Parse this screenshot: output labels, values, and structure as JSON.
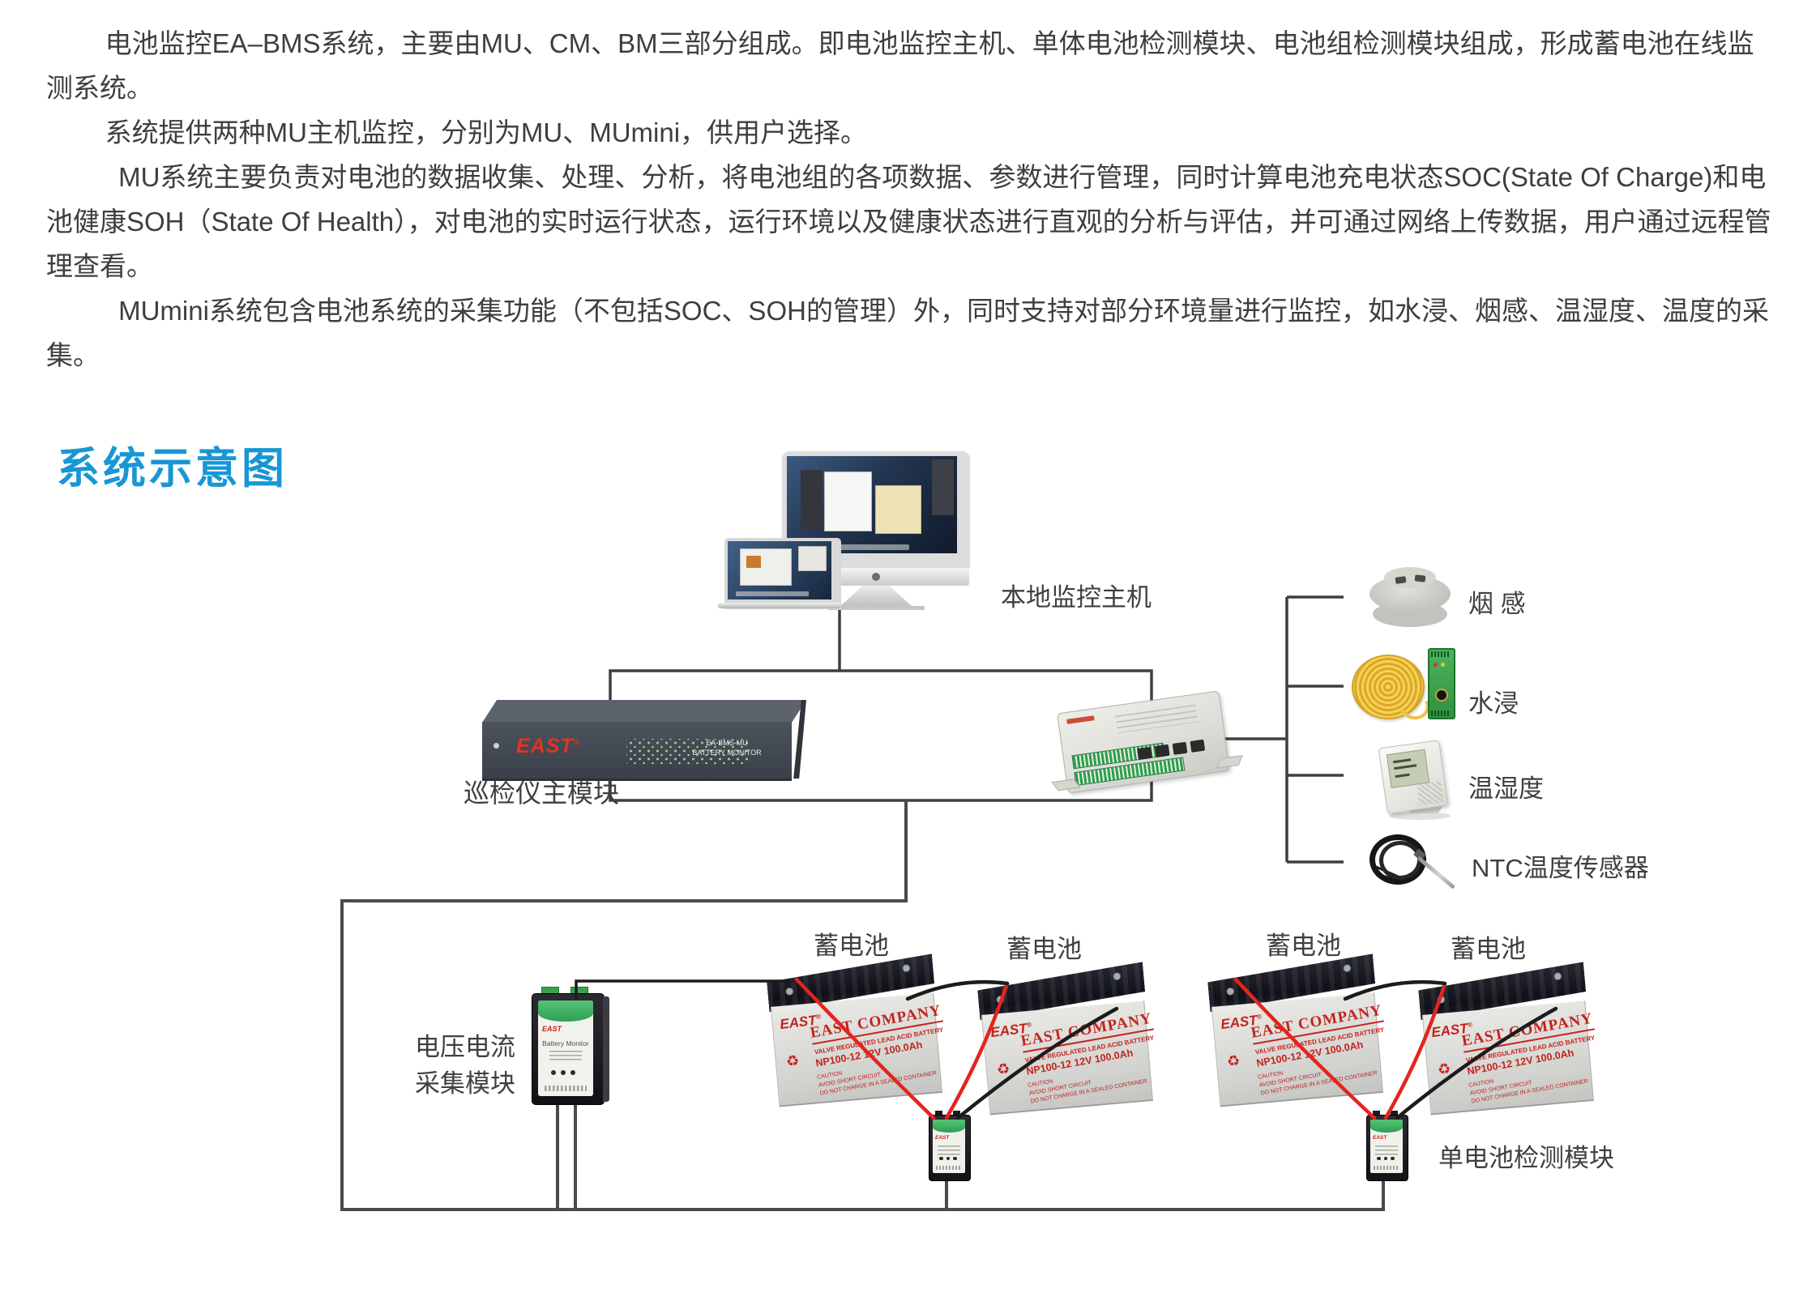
{
  "intro": {
    "p1": "电池监控EA–BMS系统，主要由MU、CM、BM三部分组成。即电池监控主机、单体电池检测模块、电池组检测模块组成，形成蓄电池在线监测系统。",
    "p2": "系统提供两种MU主机监控，分别为MU、MUmini，供用户选择。",
    "p3": "MU系统主要负责对电池的数据收集、处理、分析，将电池组的各项数据、参数进行管理，同时计算电池充电状态SOC(State Of Charge)和电池健康SOH（State Of Health），对电池的实时运行状态，运行环境以及健康状态进行直观的分析与评估，并可通过网络上传数据，用户通过远程管理查看。",
    "p4": "MUmini系统包含电池系统的采集功能（不包括SOC、SOH的管理）外，同时支持对部分环境量进行监控，如水浸、烟感、温湿度、温度的采集。"
  },
  "diagram": {
    "heading": "系统示意图",
    "heading_color": "#1797d4",
    "wire_color": "#3f3f3f",
    "cable_red": "#e2251e",
    "cable_black": "#1c1c1c",
    "labels": {
      "host": "本地监控主机",
      "mu_rack": "巡检仪主模块",
      "voltage1": "电压电流",
      "voltage2": "采集模块",
      "battery": "蓄电池",
      "single_module": "单电池检测模块",
      "smoke": "烟 感",
      "water": "水浸",
      "humidity": "温湿度",
      "ntc": "NTC温度传感器"
    },
    "devices": {
      "brand": "EAST",
      "reg": "®",
      "rack_model1": "EA-BMS-MU",
      "rack_model2": "BATTERY MONITOR",
      "battery_company": "EAST COMPANY",
      "battery_type": "VALVE REGULATED LEAD ACID BATTERY",
      "battery_model": "NP100-12  12V 100.0Ah",
      "battery_caution1": "CAUTION",
      "battery_caution2": "AVOID SHORT CIRCUIT",
      "battery_caution3": "DO NOT CHARGE IN A SEALED CONTAINER",
      "recycle": "♻",
      "module_title": "Battery Monitor"
    }
  }
}
